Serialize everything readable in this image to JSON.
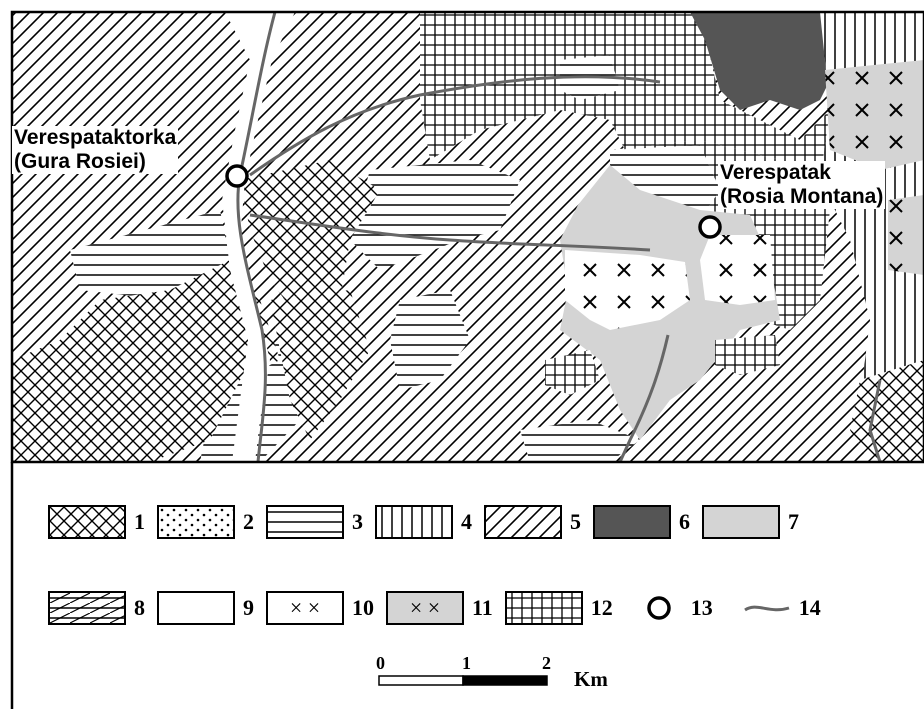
{
  "map": {
    "towns": [
      {
        "id": "verespataktorka",
        "line1": "Verespataktorka",
        "line2": "(Gura Rosiei)"
      },
      {
        "id": "verespatak",
        "line1": "Verespatak",
        "line2": "(Rosia Montana)"
      }
    ]
  },
  "legend": {
    "row1": [
      {
        "number": "1",
        "pattern": "crosshatch-diagonal"
      },
      {
        "number": "2",
        "pattern": "dotted"
      },
      {
        "number": "3",
        "pattern": "horizontal-lines"
      },
      {
        "number": "4",
        "pattern": "vertical-lines"
      },
      {
        "number": "5",
        "pattern": "diagonal-lines"
      },
      {
        "number": "6",
        "pattern": "solid-dark",
        "color": "#555555"
      },
      {
        "number": "7",
        "pattern": "solid-light",
        "color": "#d4d4d4"
      }
    ],
    "row2": [
      {
        "number": "8",
        "pattern": "horizontal-and-diagonal"
      },
      {
        "number": "9",
        "pattern": "blank"
      },
      {
        "number": "10",
        "pattern": "x-marks",
        "symbol": "× ×"
      },
      {
        "number": "11",
        "pattern": "x-marks-grey",
        "symbol": "× ×",
        "color": "#d4d4d4"
      },
      {
        "number": "12",
        "pattern": "grid"
      },
      {
        "number": "13",
        "pattern": "circle-symbol"
      },
      {
        "number": "14",
        "pattern": "wavy-line",
        "color": "#666666"
      }
    ]
  },
  "scale": {
    "tick0": "0",
    "tick1": "1",
    "tick2": "2",
    "unit": "Km"
  }
}
